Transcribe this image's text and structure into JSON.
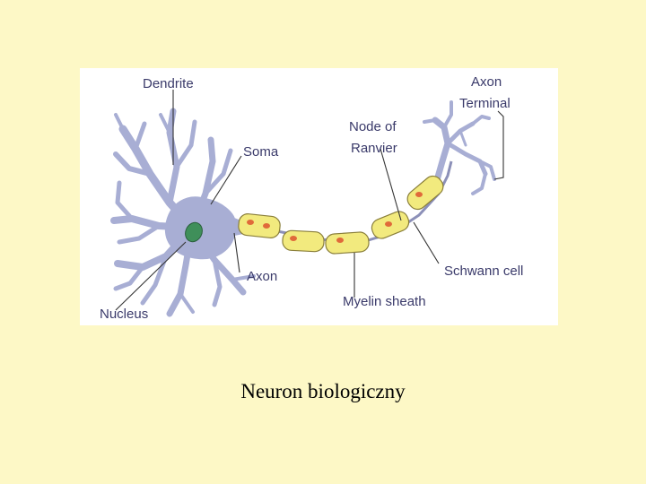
{
  "diagram": {
    "labels": {
      "dendrite": "Dendrite",
      "soma": "Soma",
      "node_of_ranvier_line1": "Node of",
      "node_of_ranvier_line2": "Ranvier",
      "axon_terminal_line1": "Axon",
      "axon_terminal_line2": "Terminal",
      "schwann_cell": "Schwann cell",
      "axon": "Axon",
      "myelin_sheath": "Myelin sheath",
      "nucleus": "Nucleus"
    },
    "colors": {
      "neuron_body": "#a8aed4",
      "neuron_outline": "#6a6f9a",
      "nucleus": "#3f8f5a",
      "myelin": "#f2ea7e",
      "myelin_outline": "#8a7f3a",
      "schwann_nucleus": "#e06a3a",
      "leader_line": "#333333"
    }
  },
  "caption": "Neuron biologiczny"
}
